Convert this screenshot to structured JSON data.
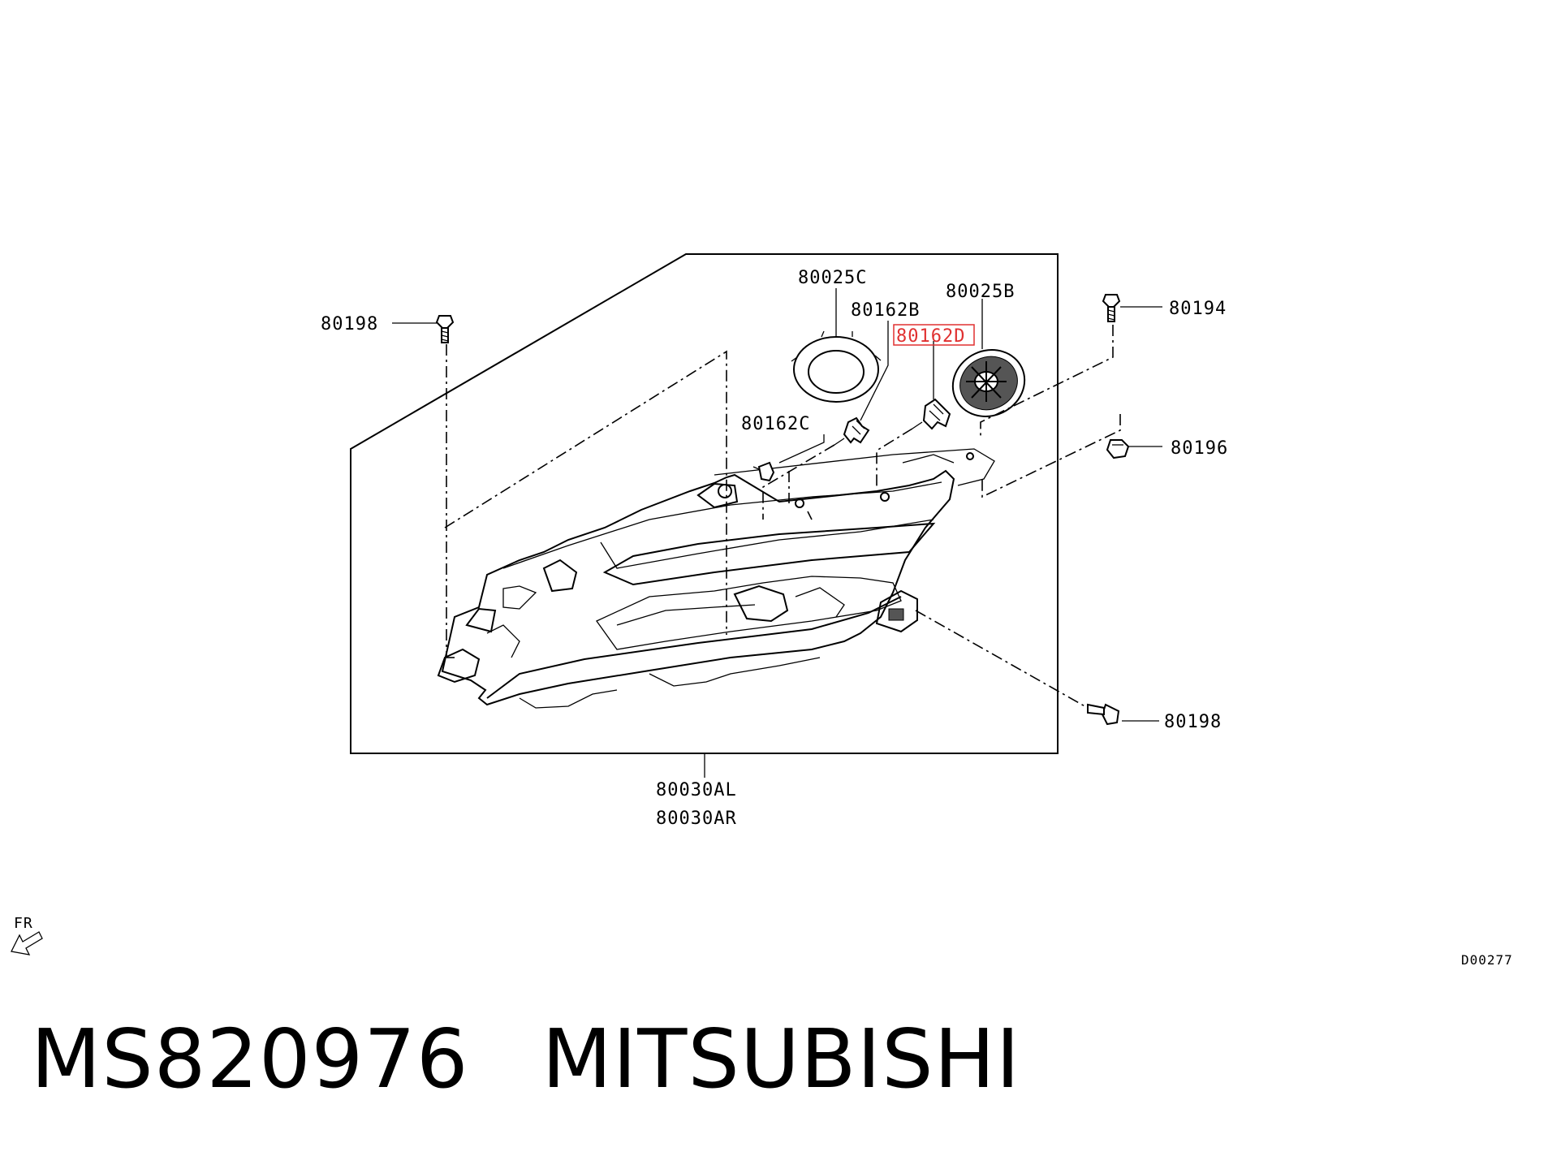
{
  "callouts": {
    "bulb_socket_seal_c": "80025C",
    "bulb_b": "80162B",
    "cover_seal_b": "80025B",
    "bulb_d": "80162D",
    "bulb_c": "80162C",
    "bolt_left_top": "80198",
    "bolt_right_top": "80194",
    "nut_right": "80196",
    "bolt_right_bottom": "80198",
    "assembly_left": "80030AL",
    "assembly_right": "80030AR"
  },
  "highlighted_callout": "80162D",
  "highlight_color": "#e03030",
  "direction_label": "FR",
  "diagram_code": "D00277",
  "caption": {
    "part_number": "MS820976",
    "brand": "MITSUBISHI"
  }
}
